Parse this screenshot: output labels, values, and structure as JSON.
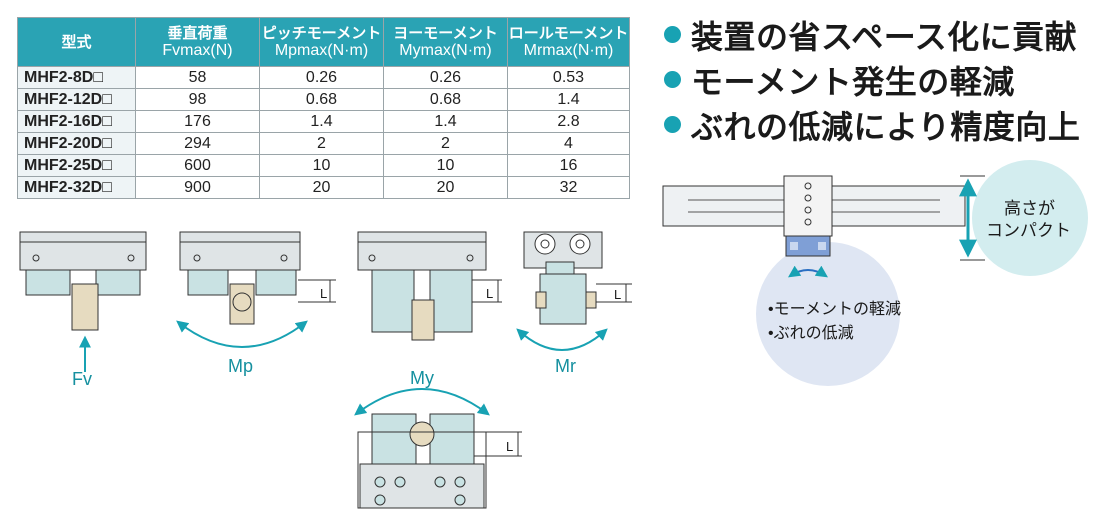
{
  "table": {
    "headers": [
      {
        "main": "型式",
        "sub": ""
      },
      {
        "main": "垂直荷重",
        "sub": "Fvmax(N)"
      },
      {
        "main": "ピッチモーメント",
        "sub": "Mpmax(N·m)"
      },
      {
        "main": "ヨーモーメント",
        "sub": "Mymax(N·m)"
      },
      {
        "main": "ロールモーメント",
        "sub": "Mrmax(N·m)"
      }
    ],
    "rows": [
      {
        "model": "MHF2-8D□",
        "fv": "58",
        "mp": "0.26",
        "my": "0.26",
        "mr": "0.53"
      },
      {
        "model": "MHF2-12D□",
        "fv": "98",
        "mp": "0.68",
        "my": "0.68",
        "mr": "1.4"
      },
      {
        "model": "MHF2-16D□",
        "fv": "176",
        "mp": "1.4",
        "my": "1.4",
        "mr": "2.8"
      },
      {
        "model": "MHF2-20D□",
        "fv": "294",
        "mp": "2",
        "my": "2",
        "mr": "4"
      },
      {
        "model": "MHF2-25D□",
        "fv": "600",
        "mp": "10",
        "my": "10",
        "mr": "16"
      },
      {
        "model": "MHF2-32D□",
        "fv": "900",
        "mp": "20",
        "my": "20",
        "mr": "32"
      }
    ]
  },
  "features": [
    "装置の省スペース化に貢献",
    "モーメント発生の軽減",
    "ぶれの低減により精度向上"
  ],
  "diagram_labels": {
    "fv": "Fv",
    "mp": "Mp",
    "my": "My",
    "mr": "Mr",
    "l": "L"
  },
  "callout": {
    "height_line1": "高さが",
    "height_line2": "コンパクト",
    "effect1": "•モーメントの軽減",
    "effect2": "•ぶれの低減"
  },
  "colors": {
    "accent": "#18a2b3",
    "header": "#2aa3b4",
    "body_part": "#c9e2e3",
    "load_part": "#e6dbc0",
    "bubble": "#dfe6f3",
    "bubble_teal": "#d3edef",
    "blue_block": "#7f9fd6"
  }
}
